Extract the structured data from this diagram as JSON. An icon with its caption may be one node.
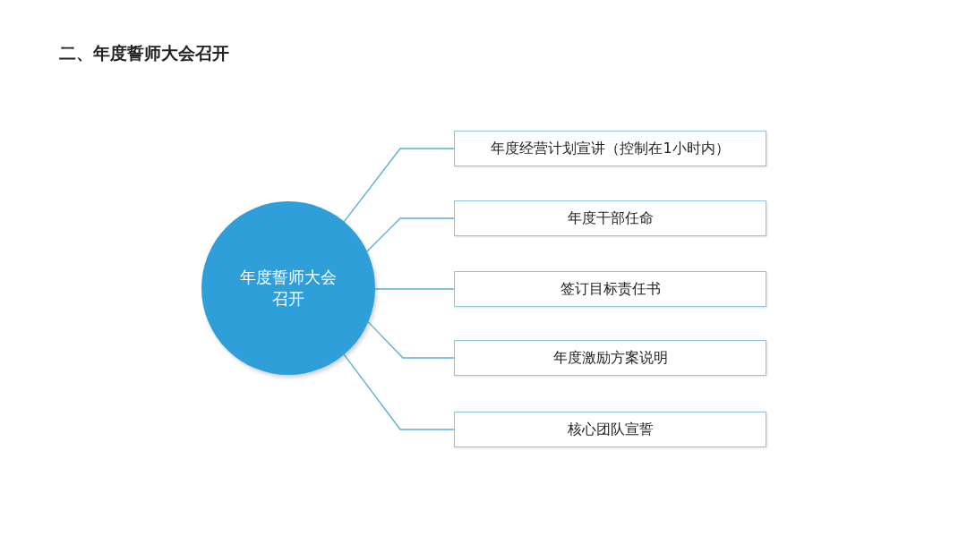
{
  "diagram": {
    "title": "二、年度誓师大会召开",
    "nodes": [
      {
        "text": [
          "年度誓师大会召开"
        ]
      },
      {
        "text": [
          "年度经营计划宣讲（控制在1小时内）"
        ]
      },
      {
        "text": [
          "年度干部任命"
        ]
      },
      {
        "text": [
          "签订目标责任书"
        ]
      },
      {
        "text": [
          "年度激励方案说明"
        ]
      },
      {
        "text": [
          "核心团队宣誓"
        ]
      }
    ],
    "edges": [
      {
        "from": 0,
        "to": 1,
        "arrow": "none"
      },
      {
        "from": 0,
        "to": 2,
        "arrow": "none"
      },
      {
        "from": 0,
        "to": 3,
        "arrow": "none"
      },
      {
        "from": 0,
        "to": 4,
        "arrow": "none"
      },
      {
        "from": 0,
        "to": 5,
        "arrow": "none"
      }
    ]
  }
}
